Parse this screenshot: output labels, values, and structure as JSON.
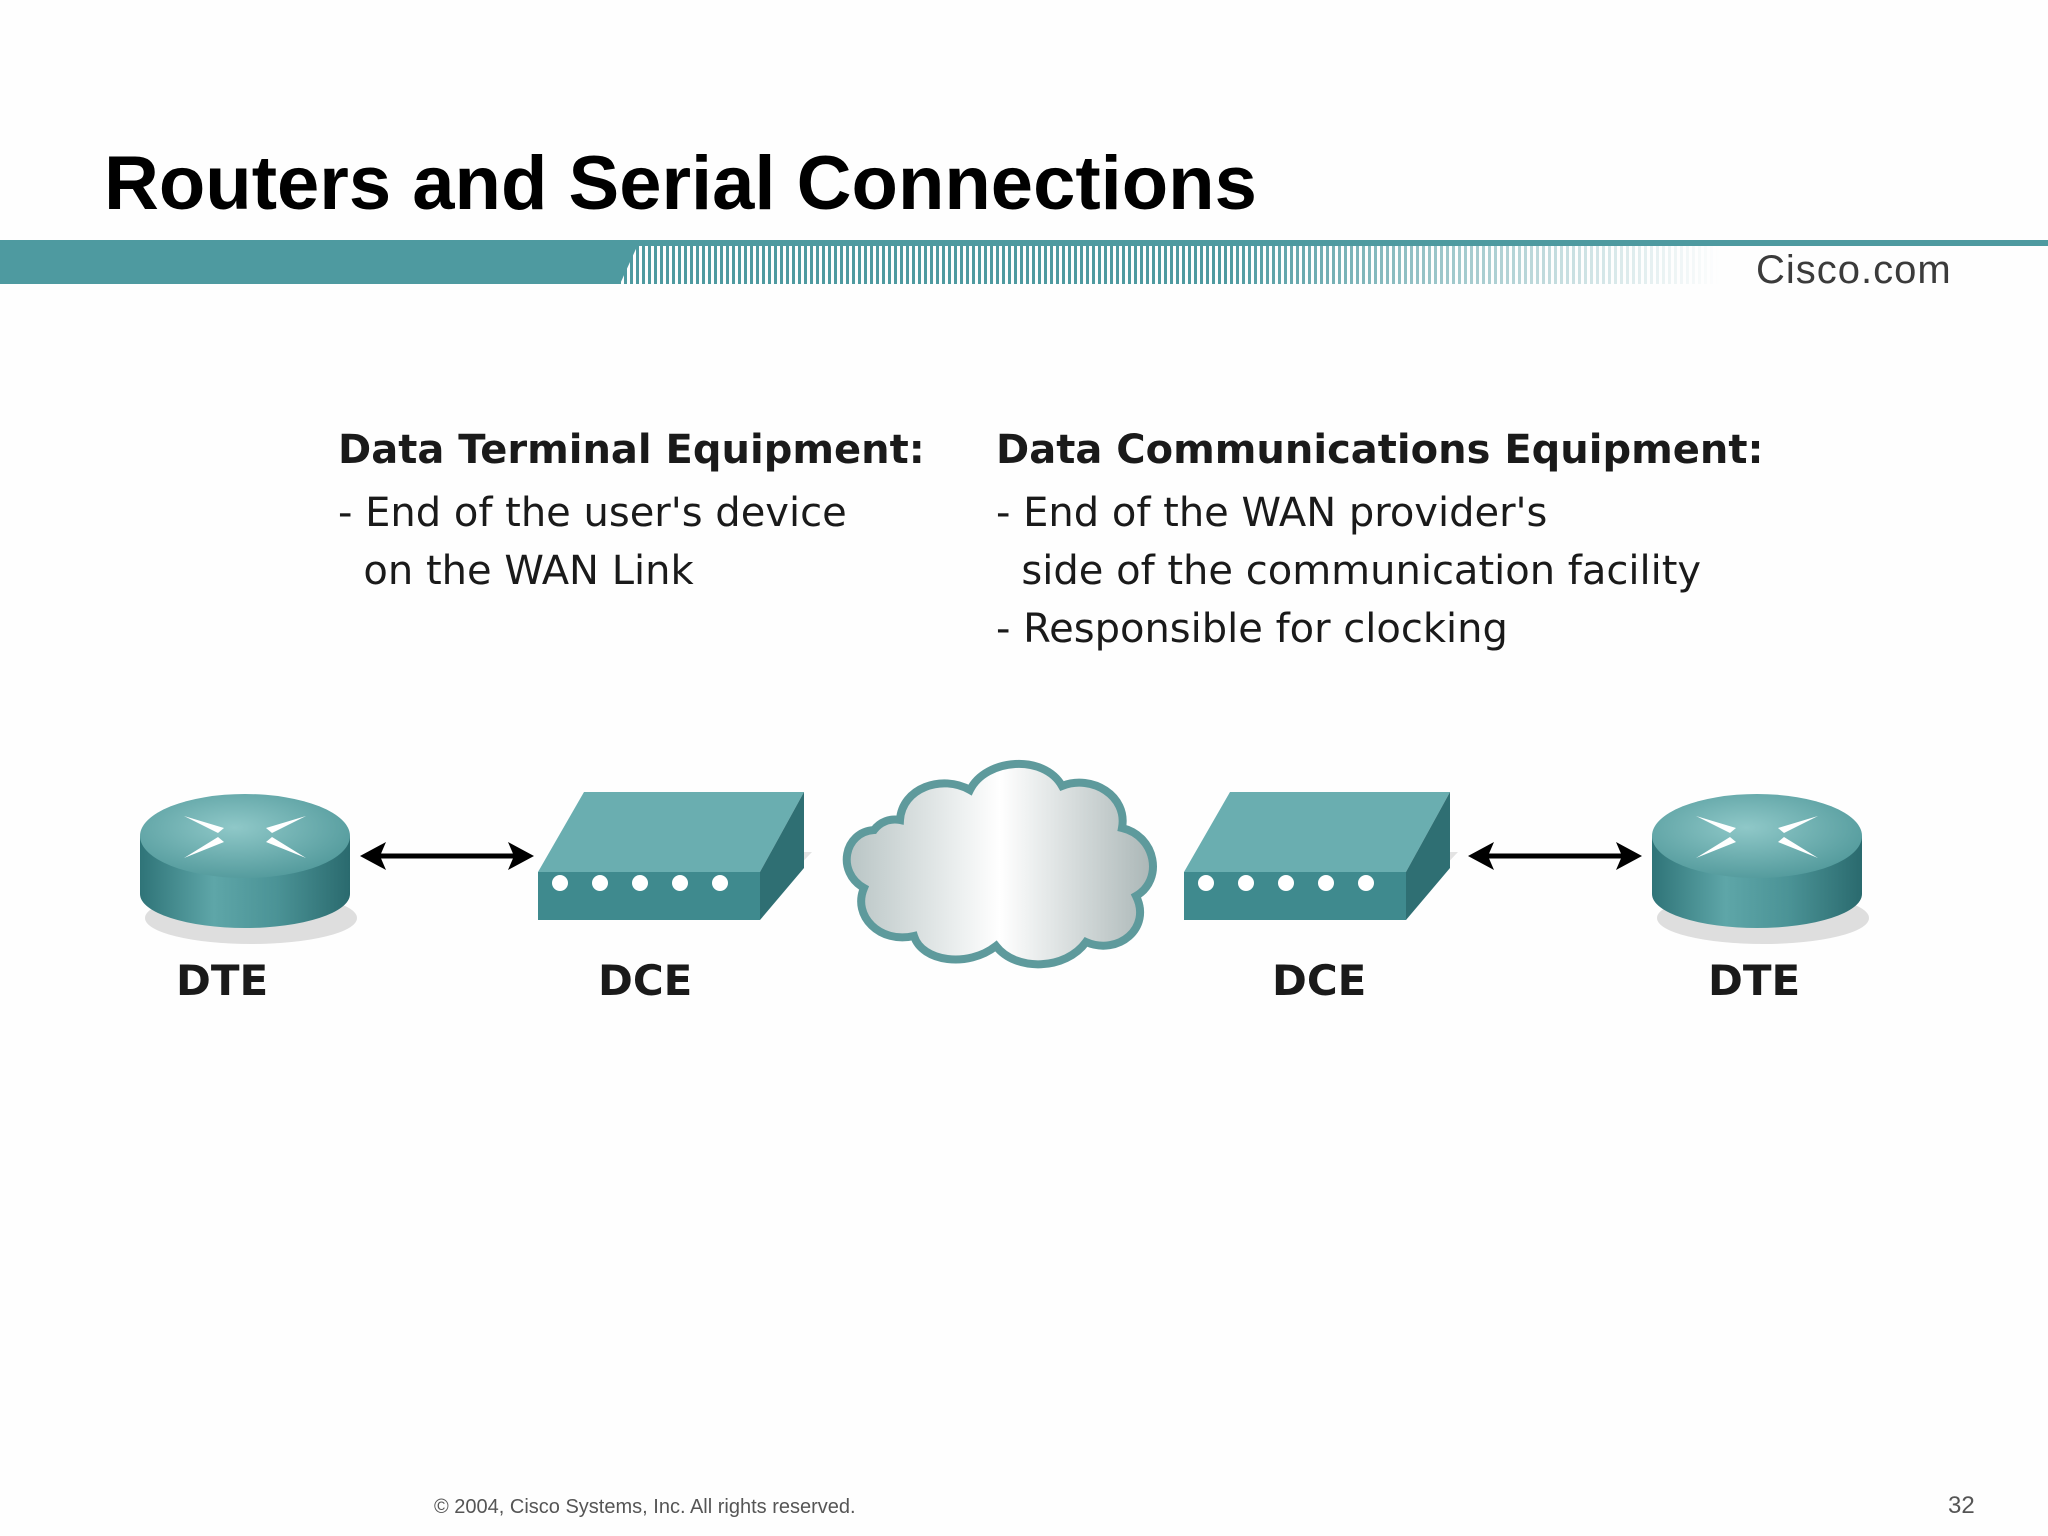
{
  "slide": {
    "title": "Routers and Serial Connections",
    "brand": "Cisco.com",
    "copyright": "© 2004, Cisco Systems, Inc. All rights reserved.",
    "page_number": "32"
  },
  "dte_description": {
    "heading": "Data Terminal Equipment:",
    "lines": [
      "- End of the user's device",
      "  on the WAN Link"
    ]
  },
  "dce_description": {
    "heading": "Data Communications Equipment:",
    "lines": [
      "- End of the WAN provider's",
      "  side of the communication facility",
      "- Responsible for clocking"
    ]
  },
  "diagram": {
    "labels": [
      "DTE",
      "DCE",
      "DCE",
      "DTE"
    ]
  },
  "colors": {
    "accent": "#4e9aa0",
    "device_teal": "#3f8a8e",
    "device_top": "#6fb3b4"
  },
  "icons": [
    "router-icon",
    "modem-icon",
    "cloud-icon",
    "double-arrow-icon"
  ]
}
